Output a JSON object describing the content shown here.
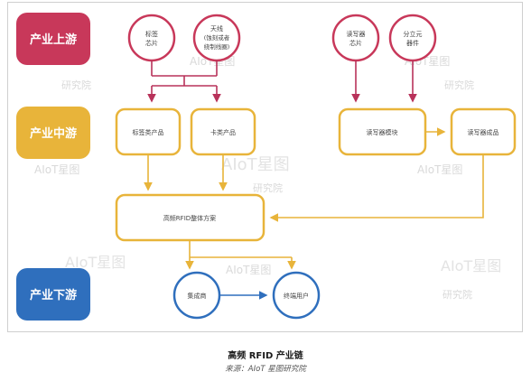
{
  "levels": {
    "upstream": "产业上游",
    "midstream": "产业中游",
    "downstream": "产业下游"
  },
  "nodes": {
    "tag_chip": [
      "标签",
      "芯片"
    ],
    "antenna": [
      "天线",
      "(蚀刻或者",
      "绕制线圈)"
    ],
    "reader_chip": [
      "读写器",
      "芯片"
    ],
    "discrete": [
      "分立元",
      "器件"
    ],
    "tag_products": "标签类产品",
    "card_products": "卡类产品",
    "reader_module": "读写器模块",
    "reader_finished": "读写器成品",
    "solution": "高频RFID整体方案",
    "integrator": "集成商",
    "end_user": "终端用户"
  },
  "watermark": {
    "brand": "AIoT星图",
    "sub": "研究院"
  },
  "caption": {
    "title": "高频 RFID 产业链",
    "source_prefix": "来源：",
    "source": "AIoT 星图研究院"
  },
  "colors": {
    "upstream": "#c8385a",
    "midstream": "#e8b43a",
    "downstream": "#2f6fbd",
    "arrow_up": "#b8325a"
  }
}
